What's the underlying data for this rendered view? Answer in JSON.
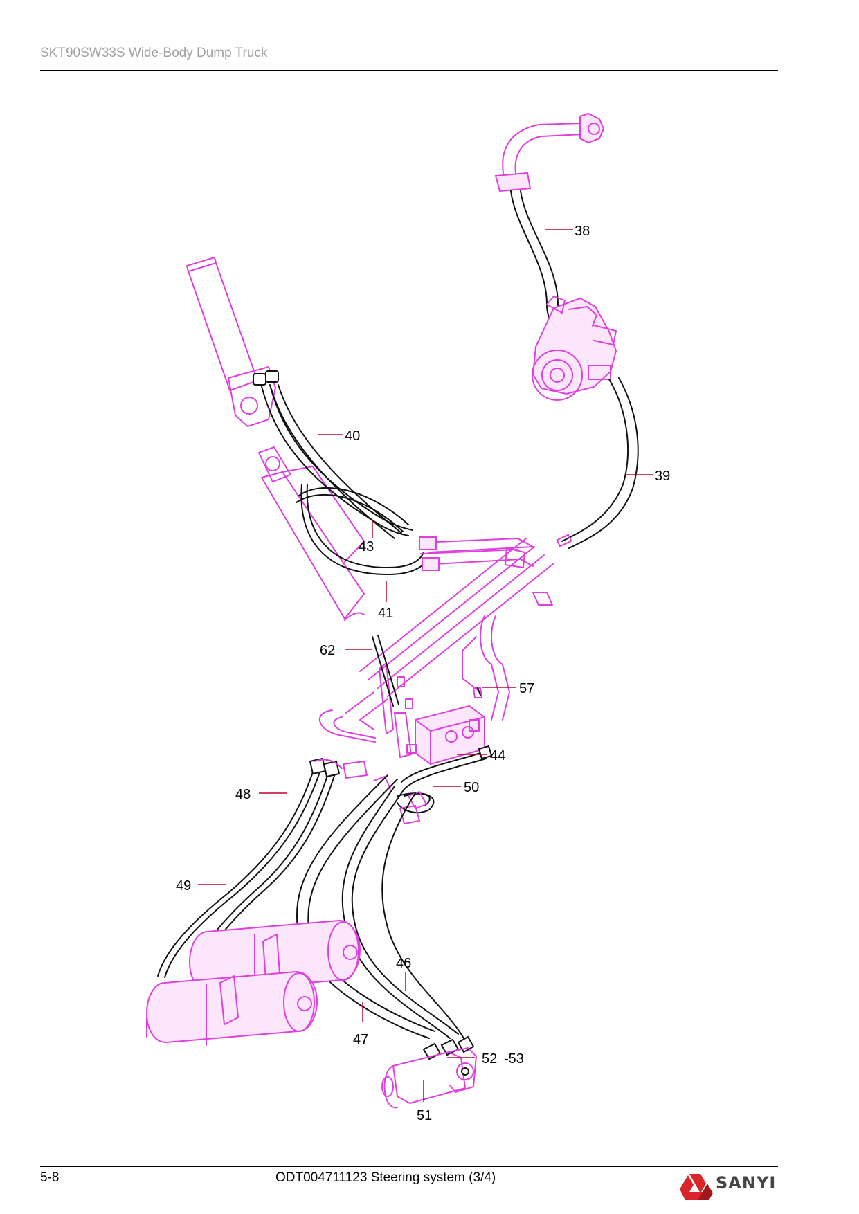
{
  "header": {
    "title": "SKT90SW33S Wide-Body Dump Truck"
  },
  "footer": {
    "page_number": "5-8",
    "doc_title": "ODT004711123 Steering system (3/4)",
    "brand": "SANYI"
  },
  "callouts": [
    "38",
    "39",
    "40",
    "43",
    "41",
    "62",
    "57",
    "44",
    "48",
    "50",
    "49",
    "46",
    "47",
    "52",
    "-53",
    "51"
  ],
  "colors": {
    "part_lines": "#e03fe0",
    "hose_lines": "#111111",
    "leader_lines": "#c0002a",
    "logo_red": "#d9252a"
  }
}
